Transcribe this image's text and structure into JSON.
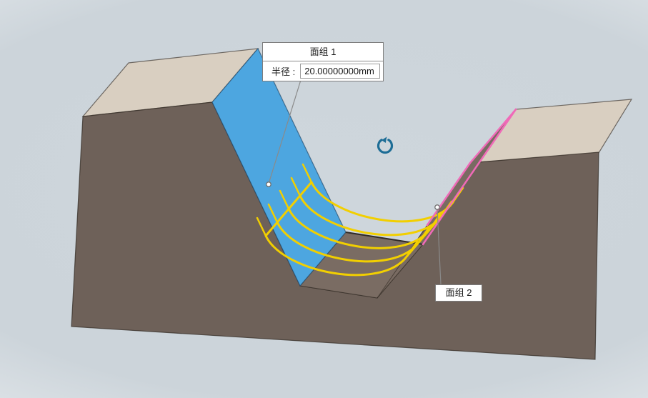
{
  "callouts": {
    "group1": {
      "title": "面组 1",
      "radius_label": "半径 :",
      "radius_value": "20.00000000mm"
    },
    "group2": {
      "title": "面组 2"
    }
  },
  "icons": {
    "rotate_view": "circular-arrow"
  },
  "colors": {
    "face_set_1": "#4da6e0",
    "face_set_1_dark": "#3e97d4",
    "face_set_2_edge": "#f06ab8",
    "fillet_preview": "#f2cf00",
    "block_front": "#6e6159",
    "block_top": "#d9cfc1",
    "groove_bottom": "#7a6c63",
    "right_flank": "#796b62",
    "edge_line": "#3a332d",
    "background_center": "#ccd4da",
    "background_edge": "#f9fafb",
    "callout_border": "#7d7d7d",
    "leader": "#8a8a8a",
    "rotate_icon": "#1d6d96"
  }
}
